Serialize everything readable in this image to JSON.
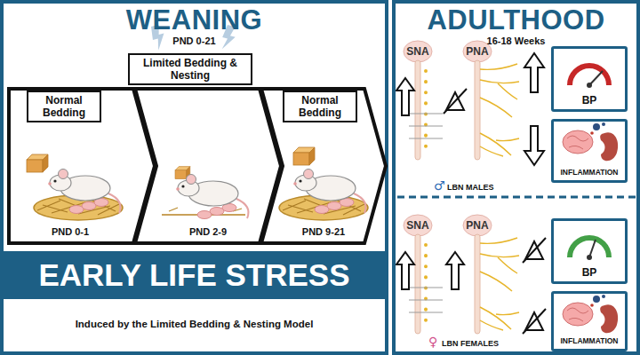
{
  "diagram": {
    "nodes": [
      {
        "text": [
          "WEANING",
          "PND 0-21"
        ]
      },
      {
        "text": [
          "Normal Bedding",
          "PND 0-1"
        ],
        "in": 0
      },
      {
        "text": [
          "Limited Bedding & Nesting",
          "PND 2-9"
        ],
        "in": 0
      },
      {
        "text": [
          "Normal Bedding",
          "PND 9-21"
        ],
        "in": 0
      },
      {
        "text": [
          "EARLY LIFE STRESS"
        ],
        "in": 0
      },
      {
        "text": [
          "ADULTHOOD",
          "16-18 Weeks"
        ]
      },
      {
        "text": [
          "BP"
        ],
        "in": 5
      },
      {
        "text": [
          "INFLAMMATION"
        ],
        "in": 5
      },
      {
        "text": [
          "BP"
        ],
        "in": 5
      },
      {
        "text": [
          "INFLAMMATION"
        ],
        "in": 5
      }
    ],
    "labels": [
      "Induced by the Limited Bedding & Nesting Model",
      "SNA",
      "PNA",
      "♂",
      "LBN MALES",
      "SNA",
      "PNA",
      "♀",
      "LBN FEMALES"
    ]
  }
}
